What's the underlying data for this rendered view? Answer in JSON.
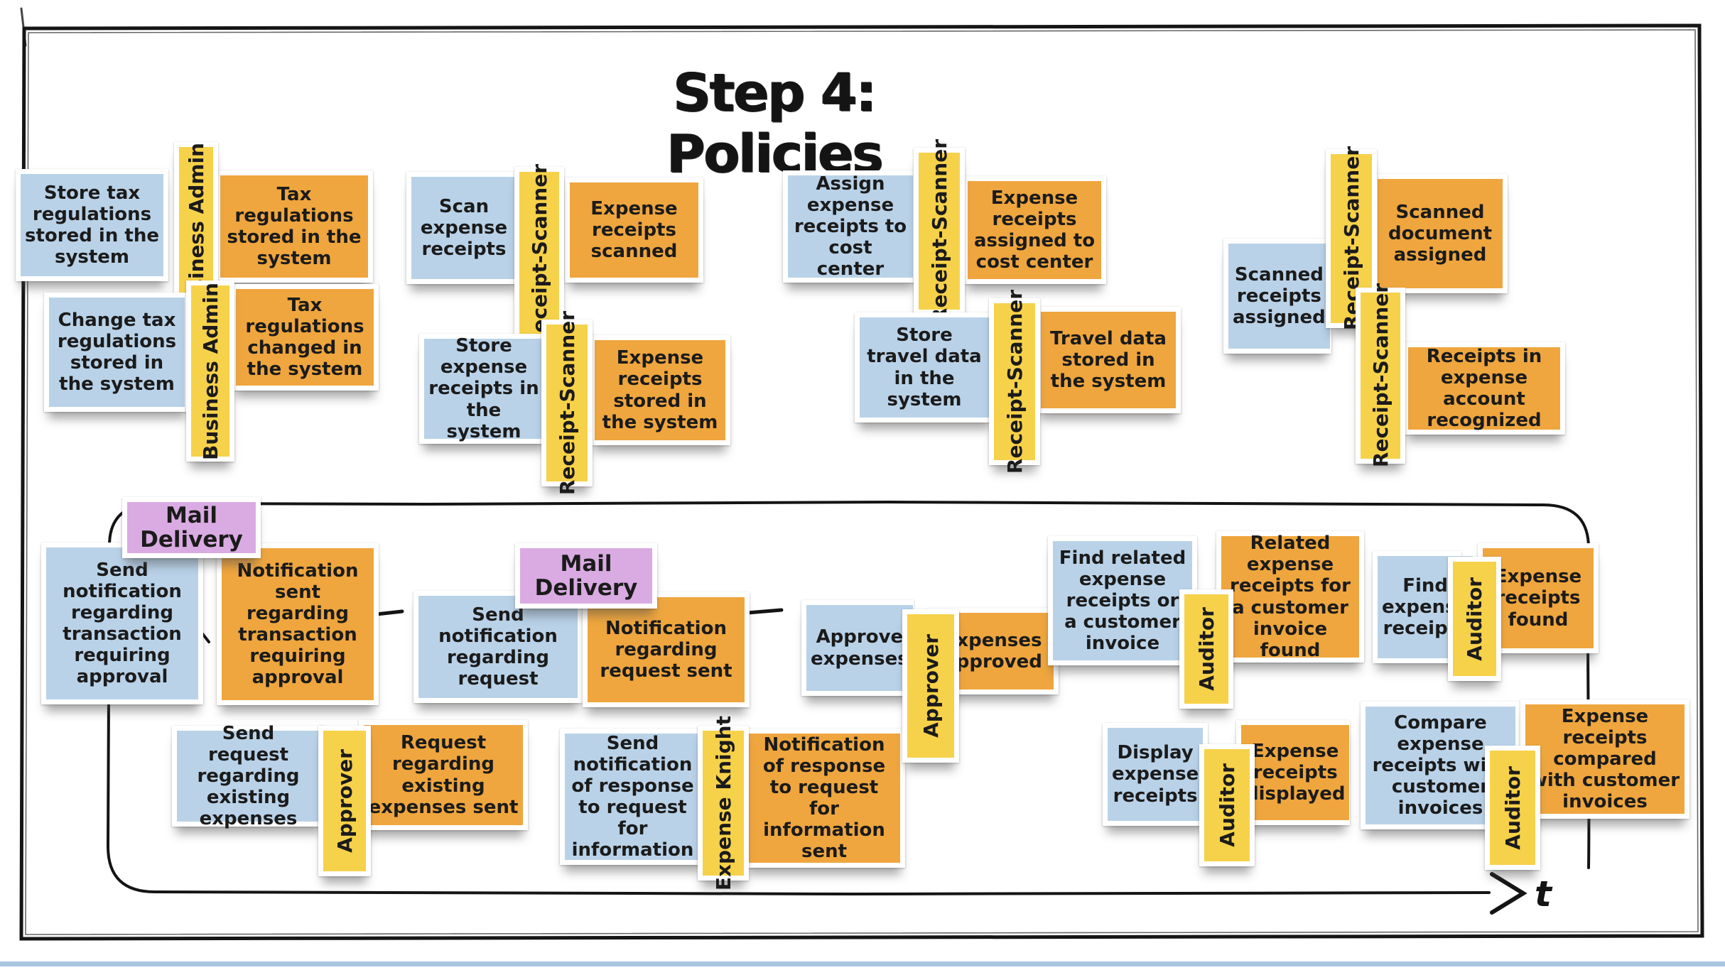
{
  "title": "Step 4: Policies",
  "timeline": {
    "axis_label": "t"
  },
  "colors": {
    "command_note": "#b9d2e8",
    "event_note": "#efa63e",
    "actor_note": "#f6d14a",
    "policy_note": "#d9abe2",
    "line": "#151515",
    "bottom_strip": "#a9c4e3"
  },
  "groups": {
    "tax_stored": {
      "command": "Store tax regulations stored in the system",
      "actor": "Business Admin",
      "event": "Tax regulations stored in the system"
    },
    "tax_changed": {
      "command": "Change tax regulations stored in the system",
      "actor": "Business Admin",
      "event": "Tax regulations changed in the system"
    },
    "receipts_scanned": {
      "command": "Scan expense receipts",
      "actor": "Receipt-Scanner",
      "event": "Expense receipts scanned"
    },
    "receipts_stored": {
      "command": "Store expense receipts in the system",
      "actor": "Receipt-Scanner",
      "event": "Expense receipts stored in the system"
    },
    "cost_center_assigned": {
      "command": "Assign expense receipts to cost center",
      "actor": "Receipt-Scanner",
      "event": "Expense receipts assigned to cost center"
    },
    "travel_stored": {
      "command": "Store travel data in the system",
      "actor": "Receipt-Scanner",
      "event": "Travel data stored in the system"
    },
    "document_assigned": {
      "command": "Scanned receipts assigned",
      "actor": "Receipt-Scanner",
      "event": "Scanned document assigned"
    },
    "account_recognized": {
      "actor": "Receipt-Scanner",
      "event": "Receipts in expense account recognized"
    },
    "transaction_notification": {
      "policy": "Mail Delivery",
      "command": "Send notification regarding transaction requiring approval",
      "event": "Notification sent regarding transaction requiring approval"
    },
    "existing_expenses_request": {
      "command": "Send request regarding existing expenses",
      "actor": "Approver",
      "event": "Request regarding existing expenses sent"
    },
    "request_notification": {
      "policy": "Mail Delivery",
      "command": "Send notification regarding request",
      "event": "Notification regarding request sent"
    },
    "information_response": {
      "command": "Send notification of response to request for information",
      "actor": "Expense Knight",
      "event": "Notification of response to request for information sent"
    },
    "expenses_approved": {
      "command": "Approve expenses",
      "actor": "Approver",
      "event": "Expenses approved"
    },
    "related_receipts_found": {
      "command": "Find related expense receipts or a customer invoice",
      "actor": "Auditor",
      "event": "Related expense receipts for a customer invoice found"
    },
    "receipts_displayed": {
      "command": "Display expense receipts",
      "actor": "Auditor",
      "event": "Expense receipts displayed"
    },
    "receipts_found": {
      "command": "Find expense receipts",
      "actor": "Auditor",
      "event": "Expense receipts found"
    },
    "receipts_compared": {
      "command": "Compare expense receipts with customer invoices",
      "actor": "Auditor",
      "event": "Expense receipts compared with customer invoices"
    }
  }
}
